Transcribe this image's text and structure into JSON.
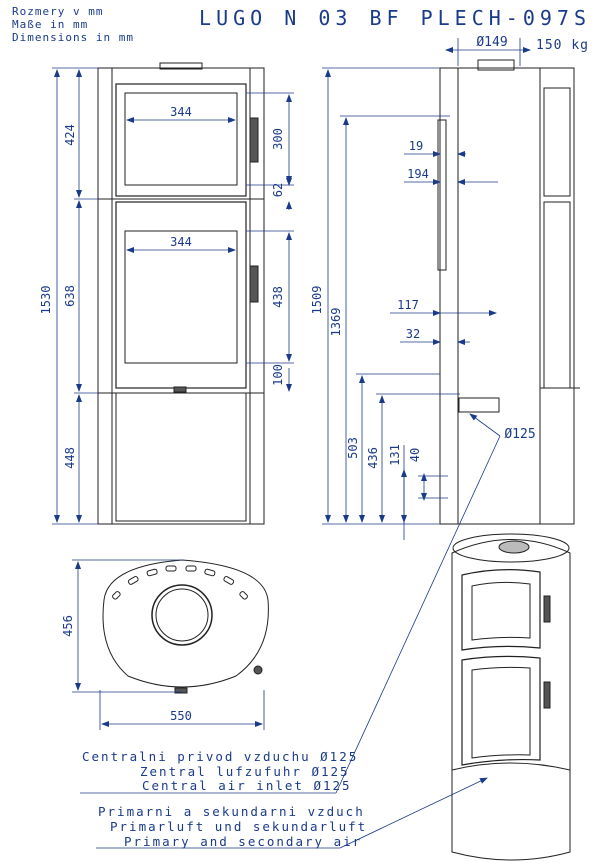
{
  "header": {
    "units_cz": "Rozmery v mm",
    "units_de": "Maße in mm",
    "units_en": "Dimensions in mm",
    "model": "LUGO N 03 BF PLECH-097S",
    "weight": "150 kg"
  },
  "dimensions": {
    "front_total_height": "1530",
    "front_top_section": "424",
    "front_middle_section": "638",
    "front_bottom_section": "448",
    "window_top_width": "344",
    "window_top_height": "300",
    "gap": "62",
    "window_bottom_width": "344",
    "window_bottom_height": "438",
    "bottom_offset": "100",
    "flue_diameter": "Ø149",
    "side_height_1509": "1509",
    "side_height_1369": "1369",
    "side_19": "19",
    "side_194": "194",
    "side_117": "117",
    "side_32": "32",
    "inlet_diameter": "Ø125",
    "side_503": "503",
    "side_436": "436",
    "side_131": "131",
    "side_40": "40",
    "top_depth": "456",
    "top_width": "550"
  },
  "notes": {
    "central_inlet_cz": "Centralni privod vzduchu Ø125",
    "central_inlet_de": "Zentral lufzufuhr Ø125",
    "central_inlet_en": "Central air inlet Ø125",
    "primary_cz": "Primarni a sekundarni vzduch",
    "primary_de": "Primarluft und sekundarluft",
    "primary_en": "Primary and secondary air"
  },
  "colors": {
    "dim": "#1a3a8a",
    "outline": "#222222"
  }
}
